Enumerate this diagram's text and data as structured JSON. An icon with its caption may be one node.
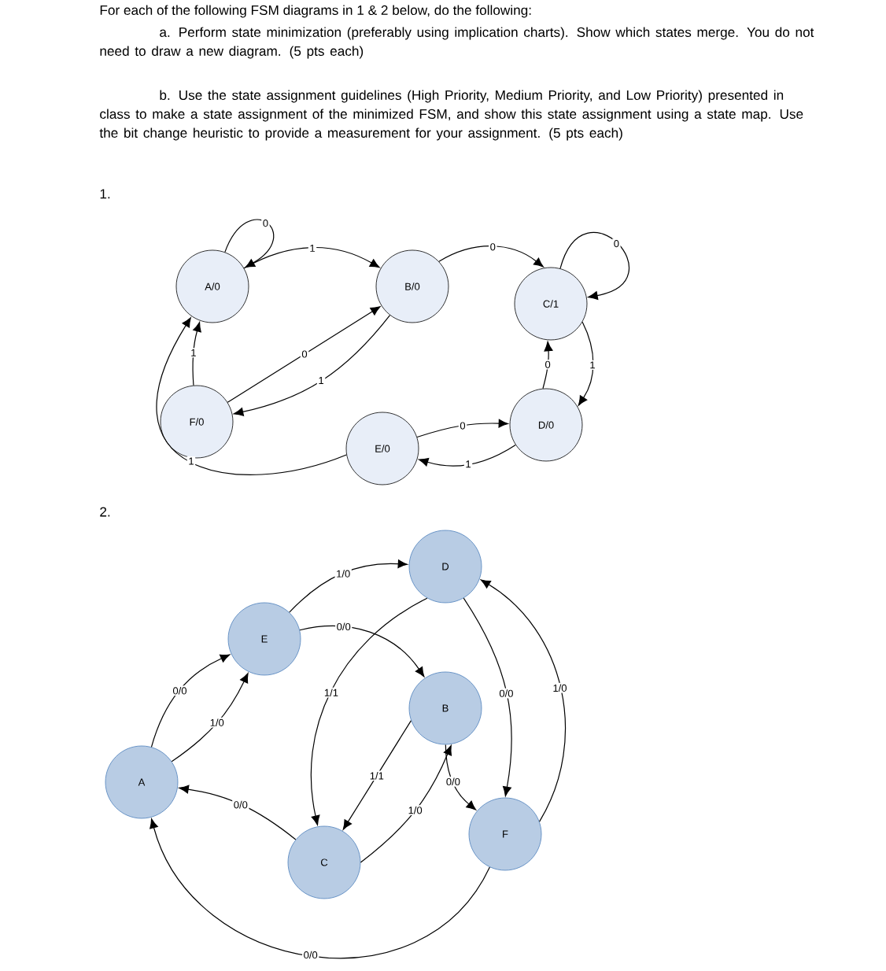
{
  "diagram": {
    "title": "For each of the following FSM diagrams in 1 & 2 below, do the following:",
    "nodes": [
      {
        "text": [
          "A/0"
        ]
      },
      {
        "text": [
          "B/0"
        ]
      },
      {
        "text": [
          "C/1"
        ]
      },
      {
        "text": [
          "F/0"
        ]
      },
      {
        "text": [
          "E/0"
        ]
      },
      {
        "text": [
          "D/0"
        ]
      },
      {
        "text": [
          "D"
        ]
      },
      {
        "text": [
          "E"
        ]
      },
      {
        "text": [
          "B"
        ]
      },
      {
        "text": [
          "A"
        ]
      },
      {
        "text": [
          "F"
        ]
      },
      {
        "text": [
          "C"
        ]
      }
    ],
    "edges": [
      {
        "from": 0,
        "to": 0,
        "arrow": "to",
        "label": "0"
      },
      {
        "from": 0,
        "to": 1,
        "arrow": "to",
        "label": "1"
      },
      {
        "from": 1,
        "to": 2,
        "arrow": "to",
        "label": "0"
      },
      {
        "from": 2,
        "to": 2,
        "arrow": "to",
        "label": "0"
      },
      {
        "from": 2,
        "to": 5,
        "arrow": "to",
        "label": "1"
      },
      {
        "from": 5,
        "to": 2,
        "arrow": "to",
        "label": "0"
      },
      {
        "from": 3,
        "to": 0,
        "arrow": "to",
        "label": "1"
      },
      {
        "from": 3,
        "to": 1,
        "arrow": "to",
        "label": "0"
      },
      {
        "from": 1,
        "to": 3,
        "arrow": "to",
        "label": "1"
      },
      {
        "from": 4,
        "to": 5,
        "arrow": "to",
        "label": "0"
      },
      {
        "from": 5,
        "to": 4,
        "arrow": "to",
        "label": "1"
      },
      {
        "from": 4,
        "to": 0,
        "arrow": "to",
        "label": "1"
      },
      {
        "from": 7,
        "to": 6,
        "arrow": "to",
        "label": "1/0"
      },
      {
        "from": 7,
        "to": 8,
        "arrow": "to",
        "label": "0/0"
      },
      {
        "from": 9,
        "to": 7,
        "arrow": "to",
        "label": "0/0"
      },
      {
        "from": 9,
        "to": 7,
        "arrow": "to",
        "label": "1/0"
      },
      {
        "from": 6,
        "to": 11,
        "arrow": "to",
        "label": "1/1"
      },
      {
        "from": 8,
        "to": 11,
        "arrow": "to",
        "label": "1/1"
      },
      {
        "from": 11,
        "to": 8,
        "arrow": "to",
        "label": "1/0"
      },
      {
        "from": 8,
        "to": 10,
        "arrow": "to",
        "label": "0/0"
      },
      {
        "from": 6,
        "to": 10,
        "arrow": "to",
        "label": "0/0"
      },
      {
        "from": 10,
        "to": 6,
        "arrow": "to",
        "label": "1/0"
      },
      {
        "from": 11,
        "to": 9,
        "arrow": "to",
        "label": "0/0"
      },
      {
        "from": 10,
        "to": 9,
        "arrow": "to",
        "label": "0/0"
      }
    ],
    "labels": [
      "a. Perform state minimization (preferably using implication charts). Show which states merge. You do not need to draw a new diagram. (5 pts each)",
      "b. Use the state assignment guidelines (High Priority, Medium Priority, and Low Priority) presented in class to make a state assignment of the minimized FSM, and show this state assignment using a state map. Use the bit change heuristic to provide a measurement for your assignment. (5 pts each)",
      "1.",
      "2."
    ]
  }
}
